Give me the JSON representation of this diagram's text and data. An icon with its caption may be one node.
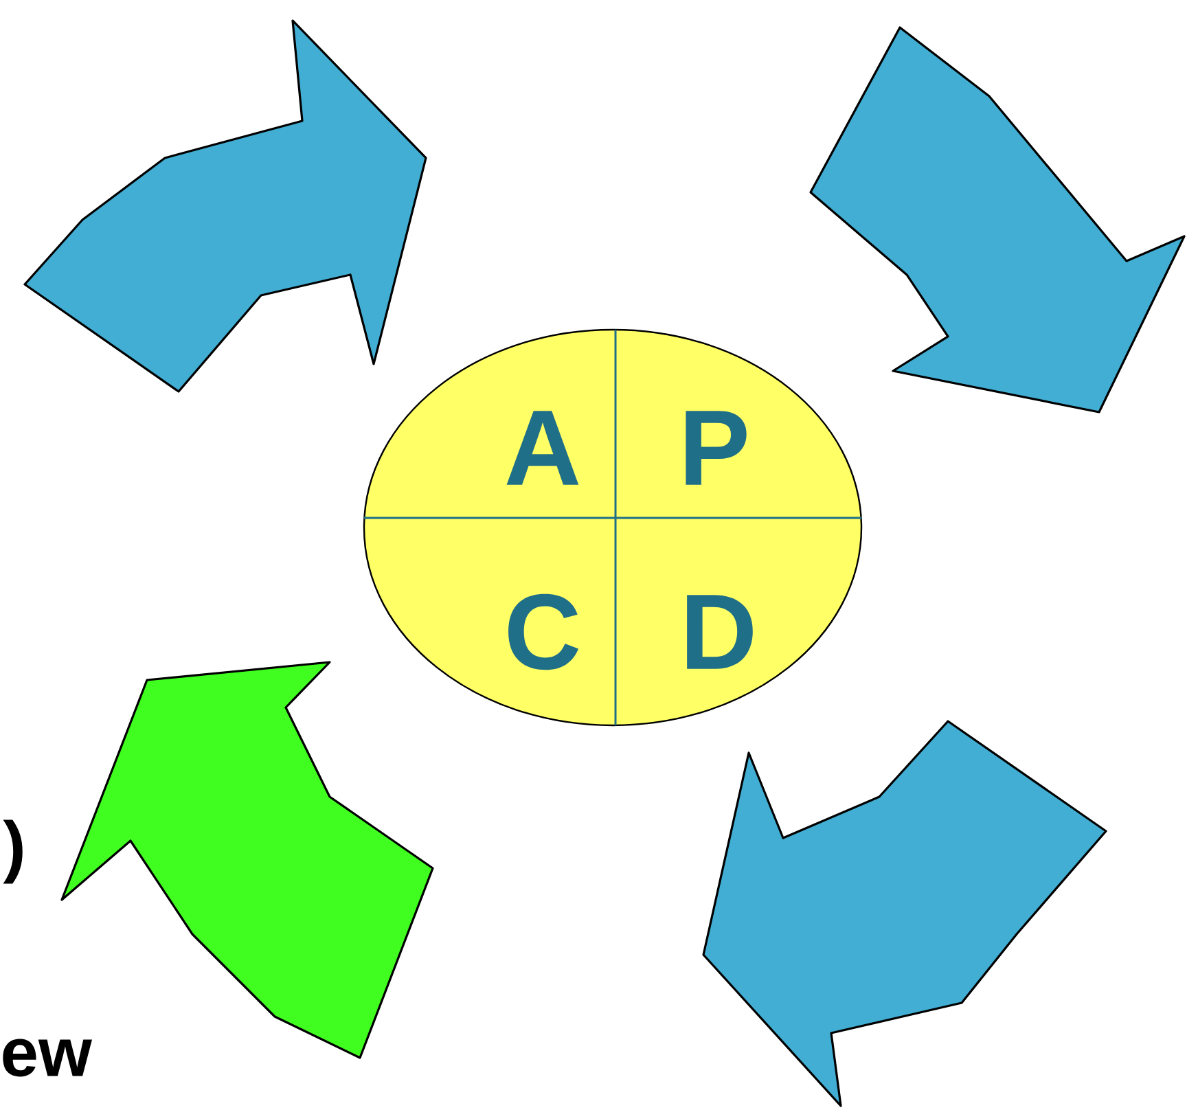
{
  "diagram": {
    "nodes": [
      {
        "text": [
          "A",
          "P",
          "C",
          "D"
        ]
      }
    ],
    "labels": [
      ")",
      "ew"
    ]
  }
}
